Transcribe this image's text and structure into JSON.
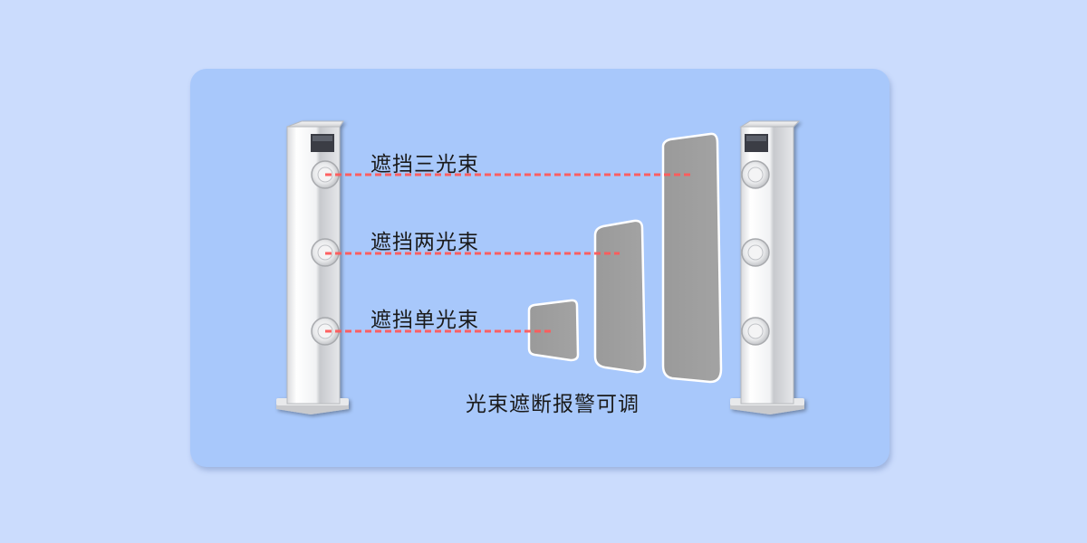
{
  "beam_labels": {
    "three": "遮挡三光束",
    "two": "遮挡两光束",
    "one": "遮挡单光束"
  },
  "caption": "光束遮断报警可调",
  "colors": {
    "page_background": "#cbdcfd",
    "panel_background": "#a8c8fb",
    "beam": "#ff5a5a",
    "blocker": "#9c9c9c"
  }
}
